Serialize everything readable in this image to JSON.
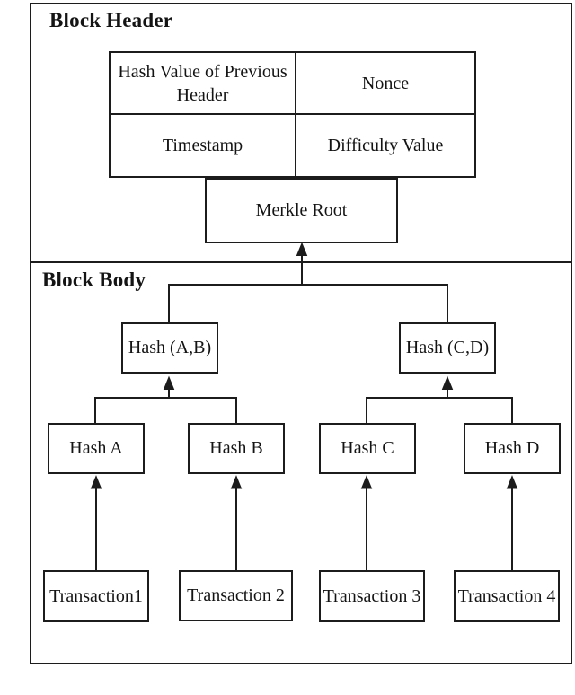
{
  "colors": {
    "line": "#1c1c1c",
    "background": "#ffffff",
    "text": "#141414"
  },
  "header_section": {
    "title": "Block Header",
    "table": {
      "cells": [
        {
          "label": "Hash Value of Previous Header"
        },
        {
          "label": "Nonce"
        },
        {
          "label": "Timestamp"
        },
        {
          "label": "Difficulty Value"
        }
      ]
    },
    "merkle_root_label": "Merkle Root"
  },
  "body_section": {
    "title": "Block Body",
    "merkle_tree": {
      "level1": [
        {
          "label": "Hash (A,B)"
        },
        {
          "label": "Hash (C,D)"
        }
      ],
      "level2": [
        {
          "label": "Hash A"
        },
        {
          "label": "Hash B"
        },
        {
          "label": "Hash C"
        },
        {
          "label": "Hash D"
        }
      ],
      "transactions": [
        {
          "label": "Transaction1"
        },
        {
          "label": "Transaction 2"
        },
        {
          "label": "Transaction 3"
        },
        {
          "label": "Transaction 4"
        }
      ]
    }
  }
}
